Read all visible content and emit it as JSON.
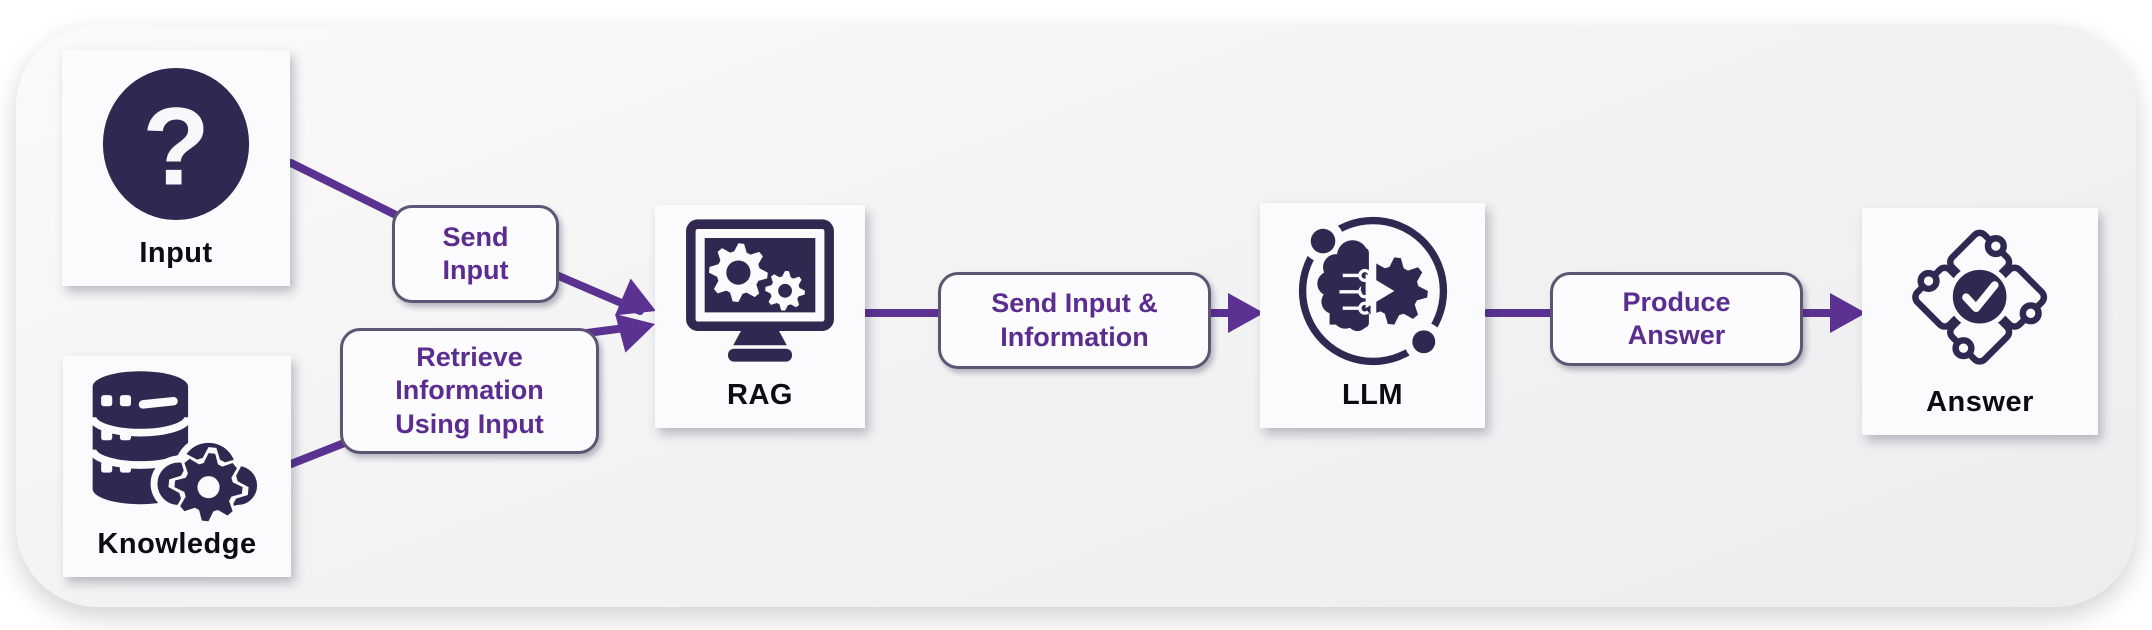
{
  "diagram": {
    "type": "flowchart",
    "subject": "RAG pipeline",
    "colors": {
      "icon_dark": "#302850",
      "arrow_purple": "#5b3292",
      "edge_label_text": "#5b2d8e",
      "edge_label_border": "#5d5574",
      "node_label_text": "#0c0c14",
      "node_bg": "#fafbfc",
      "panel_bg": "#f1f1f2",
      "page_bg": "#ffffff"
    }
  },
  "nodes": [
    {
      "id": "input",
      "label": "Input",
      "icon": "question-icon"
    },
    {
      "id": "knowledge",
      "label": "Knowledge",
      "icon": "database-gear-icon"
    },
    {
      "id": "rag",
      "label": "RAG",
      "icon": "monitor-gears-icon"
    },
    {
      "id": "llm",
      "label": "LLM",
      "icon": "brain-gear-icon"
    },
    {
      "id": "answer",
      "label": "Answer",
      "icon": "puzzle-check-icon"
    }
  ],
  "edges": [
    {
      "from": "input",
      "to": "rag",
      "label": "Send\nInput"
    },
    {
      "from": "knowledge",
      "to": "rag",
      "label": "Retrieve\nInformation\nUsing Input"
    },
    {
      "from": "rag",
      "to": "llm",
      "label": "Send Input &\nInformation"
    },
    {
      "from": "llm",
      "to": "answer",
      "label": "Produce\nAnswer"
    }
  ],
  "icons": {
    "question_glyph": "?"
  }
}
